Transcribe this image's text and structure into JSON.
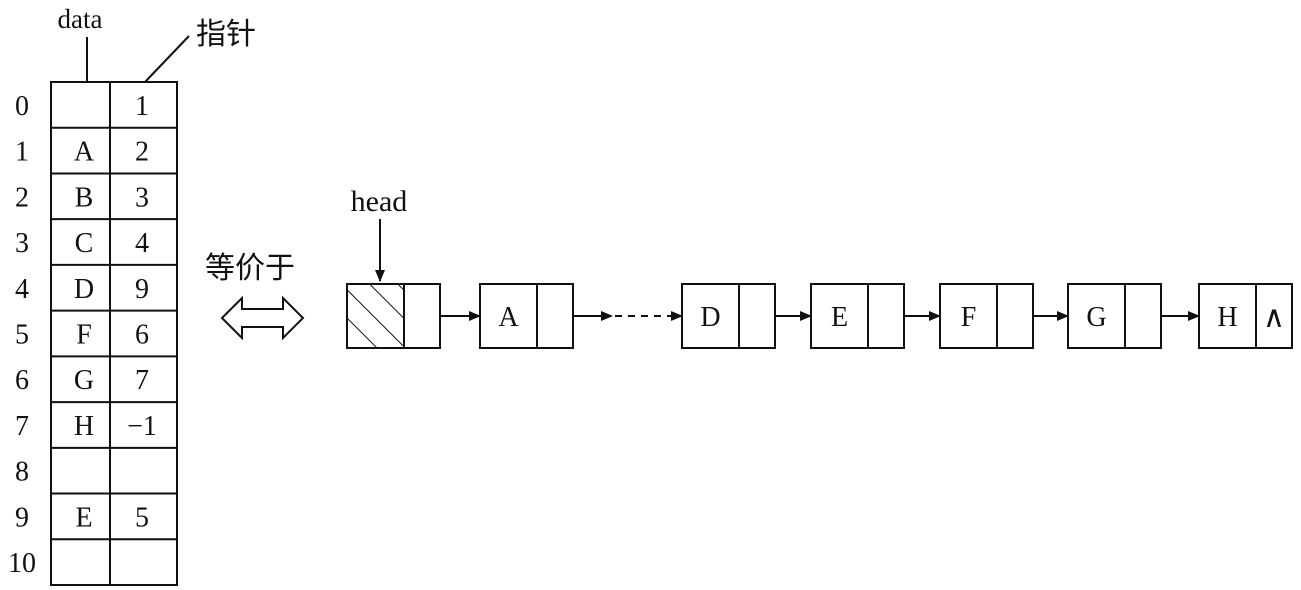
{
  "labels": {
    "data_column": "data",
    "pointer_column": "指针",
    "equivalent": "等价于",
    "head": "head"
  },
  "table": {
    "rows": [
      {
        "index": "0",
        "data": "",
        "pointer": "1"
      },
      {
        "index": "1",
        "data": "A",
        "pointer": "2"
      },
      {
        "index": "2",
        "data": "B",
        "pointer": "3"
      },
      {
        "index": "3",
        "data": "C",
        "pointer": "4"
      },
      {
        "index": "4",
        "data": "D",
        "pointer": "9"
      },
      {
        "index": "5",
        "data": "F",
        "pointer": "6"
      },
      {
        "index": "6",
        "data": "G",
        "pointer": "7"
      },
      {
        "index": "7",
        "data": "H",
        "pointer": "−1"
      },
      {
        "index": "8",
        "data": "",
        "pointer": ""
      },
      {
        "index": "9",
        "data": "E",
        "pointer": "5"
      },
      {
        "index": "10",
        "data": "",
        "pointer": ""
      }
    ]
  },
  "linked_list": {
    "nodes": [
      {
        "data": "",
        "type": "head"
      },
      {
        "data": "A"
      },
      {
        "data": "D"
      },
      {
        "data": "E"
      },
      {
        "data": "F"
      },
      {
        "data": "G"
      },
      {
        "data": "H",
        "null_symbol": "∧"
      }
    ]
  }
}
